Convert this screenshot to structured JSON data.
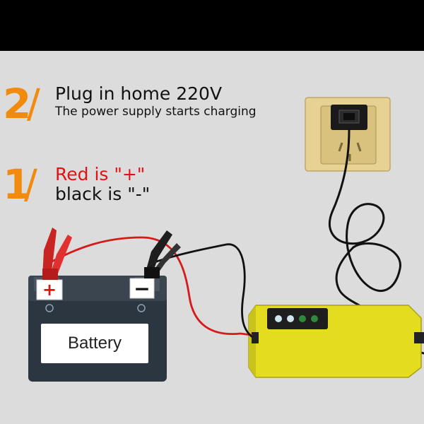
{
  "step2": {
    "number": "2",
    "title": "Plug in home 220V",
    "subtitle": "The power supply starts charging"
  },
  "step1": {
    "number": "1",
    "line1": "Red is \"+\"",
    "line2": "black is \"-\""
  },
  "battery": {
    "label": "Battery",
    "plus_sign": "+",
    "minus_sign": "−"
  },
  "colors": {
    "accent_orange": "#f28a0e",
    "red_text": "#e01212",
    "red_wire": "#d61a1a",
    "black_wire": "#111111",
    "charger_yellow": "#e3dc1f",
    "socket_beige": "#e7d193",
    "battery_body": "#2c3640"
  },
  "charger": {
    "indicator_lights": [
      {
        "state": "on",
        "color": "#cfe6ee"
      },
      {
        "state": "on",
        "color": "#cfe6ee"
      },
      {
        "state": "on",
        "color": "#2e8a3a"
      },
      {
        "state": "on",
        "color": "#2e8a3a"
      }
    ]
  }
}
